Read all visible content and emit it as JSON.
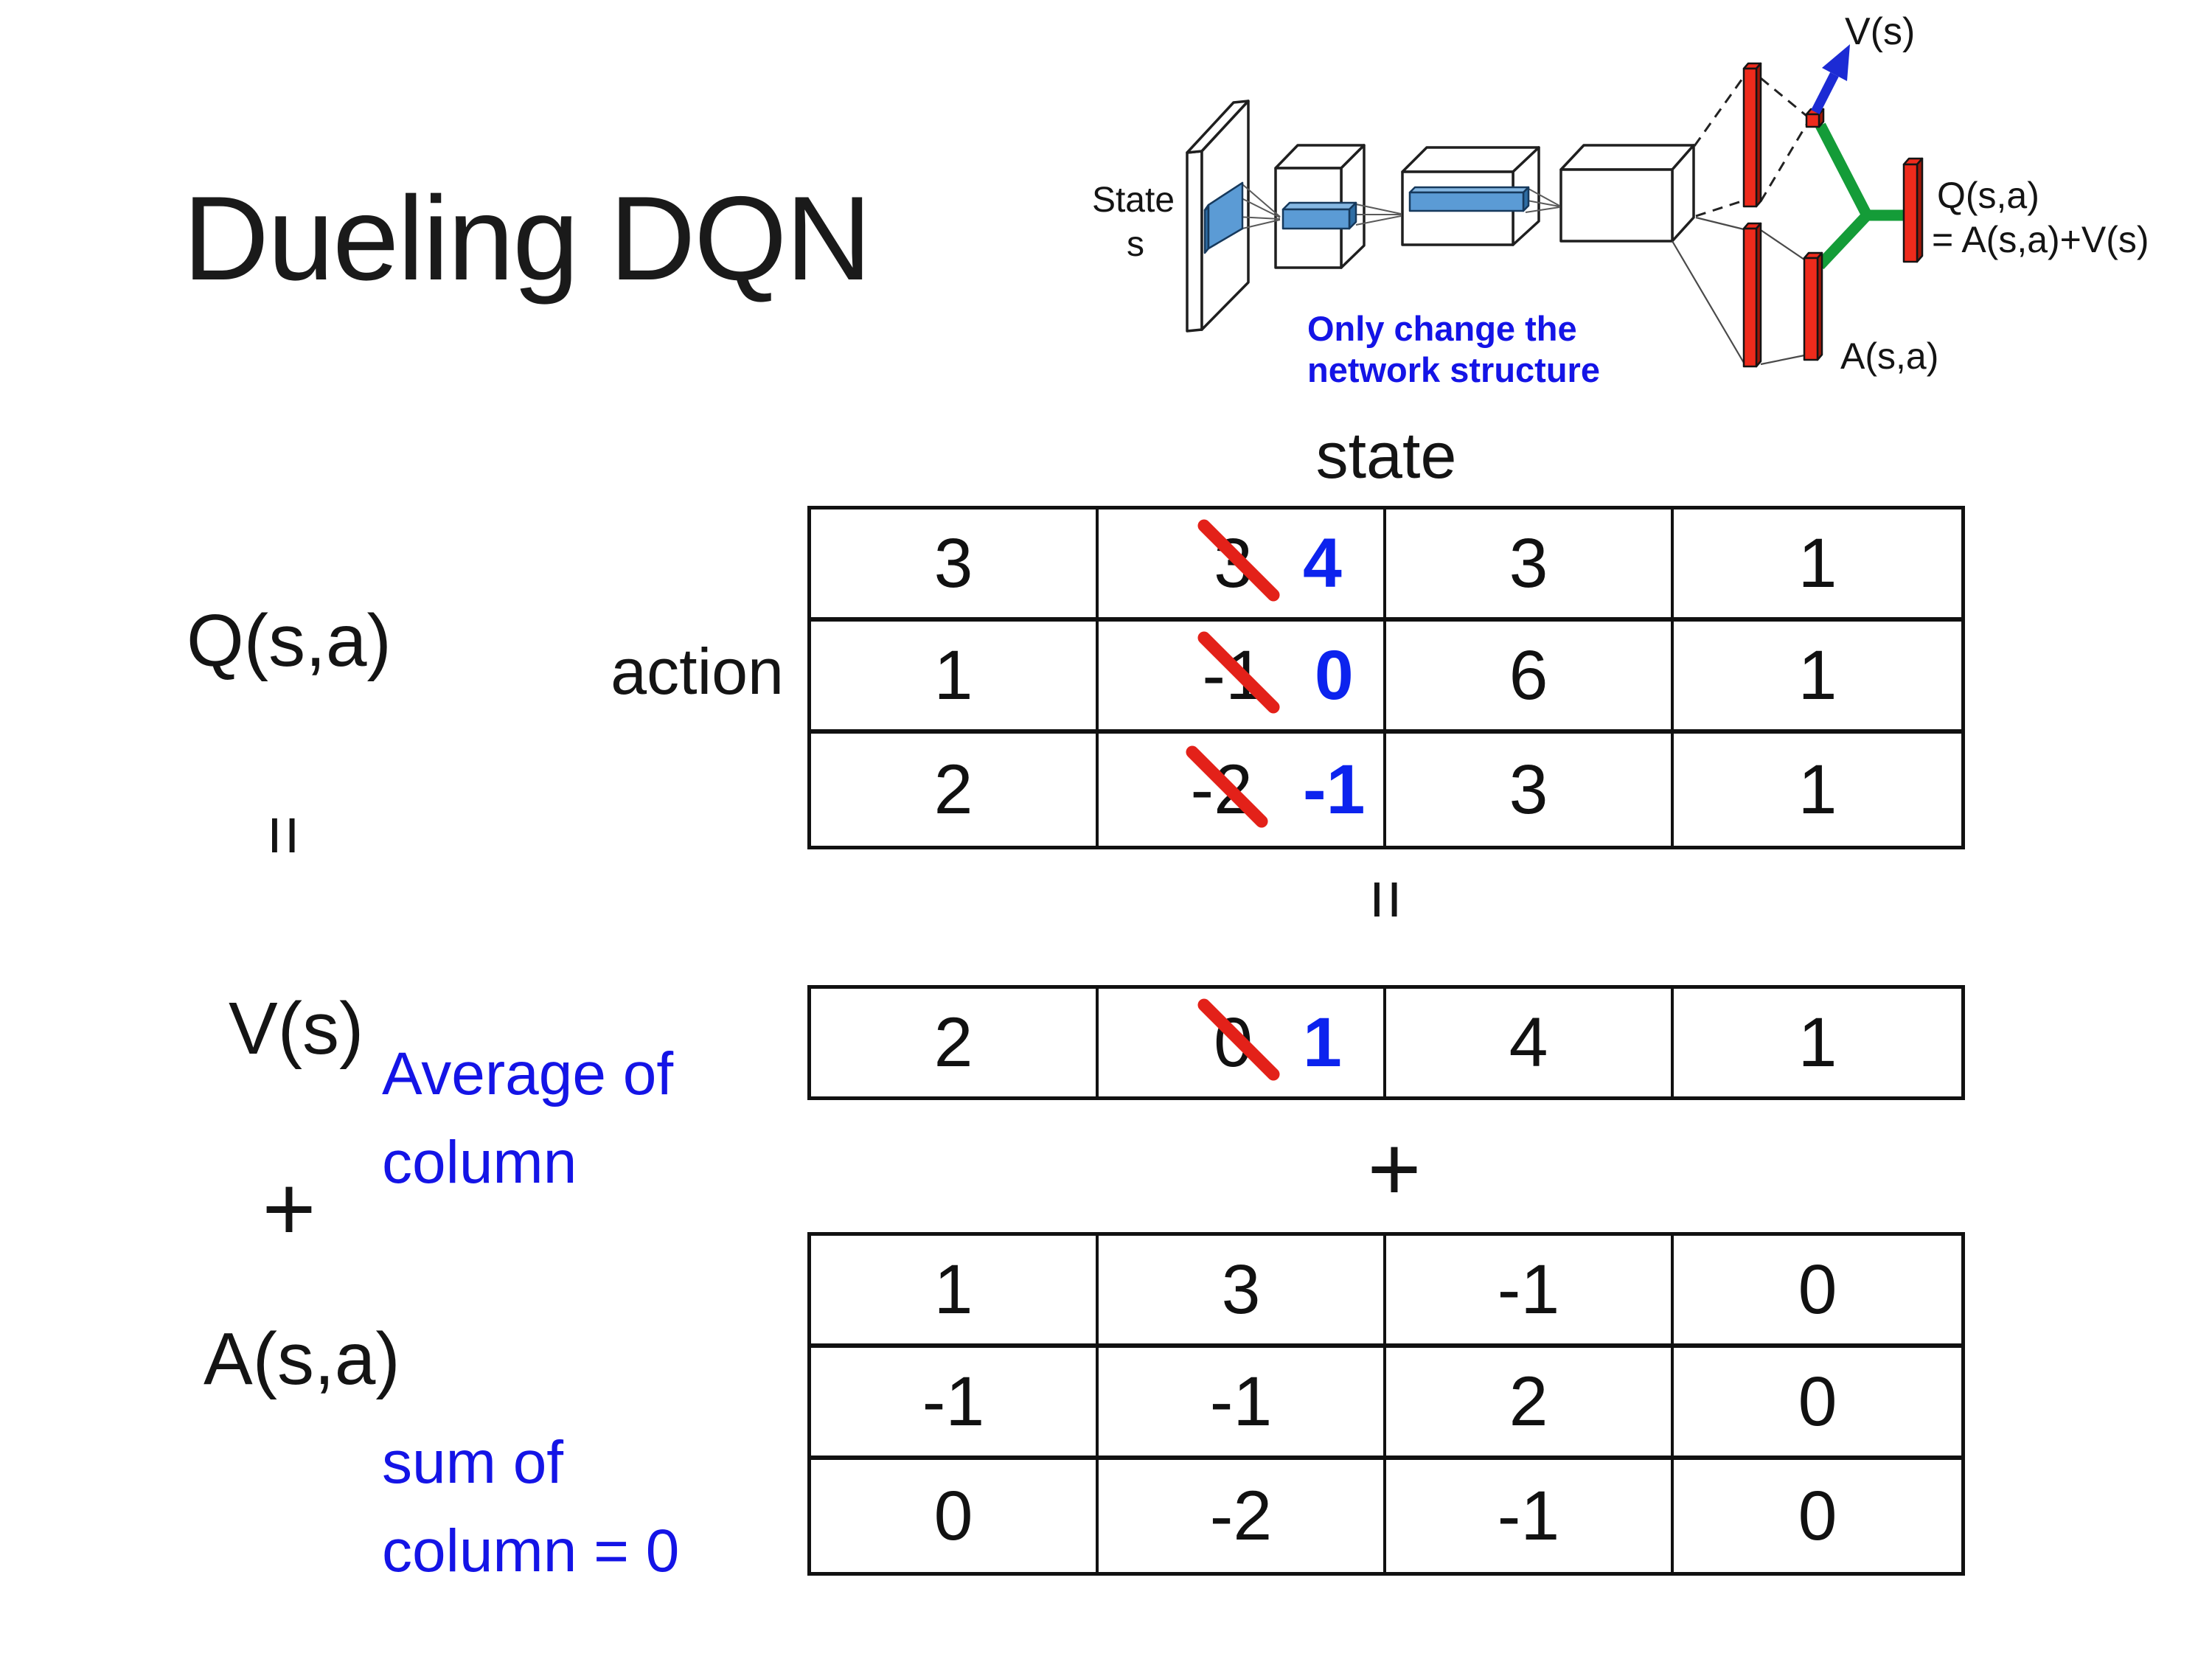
{
  "title": "Dueling DQN",
  "colors": {
    "note_blue": "#1414e6",
    "value_blue": "#0c23ee",
    "strike_red": "#e32119",
    "bar_red": "#ee2b1c",
    "link_green": "#149c38",
    "arrow_blue": "#1c2bd4",
    "conv_blue": "#5b9bd5"
  },
  "diagram": {
    "state_label_1": "State",
    "state_label_2": "s",
    "note_1": "Only change the",
    "note_2": "network structure",
    "v_out": "V(s)",
    "q_out_1": "Q(s,a)",
    "q_out_2": "= A(s,a)+V(s)",
    "a_out": "A(s,a)"
  },
  "labels": {
    "q": "Q(s,a)",
    "equals": "=",
    "v": "V(s)",
    "plus": "+",
    "a": "A(s,a)",
    "state": "state",
    "action": "action",
    "avg_1": "Average of",
    "avg_2": "column",
    "sum_1": "sum of",
    "sum_2": "column = 0"
  },
  "q_table": {
    "rows": [
      {
        "c0": "3",
        "old": "3",
        "new": "4",
        "c2": "3",
        "c3": "1"
      },
      {
        "c0": "1",
        "old": "-1",
        "new": "0",
        "c2": "6",
        "c3": "1"
      },
      {
        "c0": "2",
        "old": "-2",
        "new": "-1",
        "c2": "3",
        "c3": "1"
      }
    ]
  },
  "v_table": {
    "c0": "2",
    "old": "0",
    "new": "1",
    "c2": "4",
    "c3": "1"
  },
  "a_table": {
    "rows": [
      [
        "1",
        "3",
        "-1",
        "0"
      ],
      [
        "-1",
        "-1",
        "2",
        "0"
      ],
      [
        "0",
        "-2",
        "-1",
        "0"
      ]
    ]
  }
}
